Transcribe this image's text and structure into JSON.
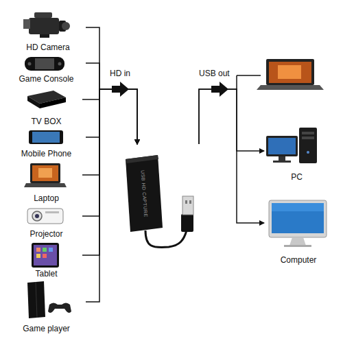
{
  "diagram": {
    "nodes": [
      {
        "text": [
          "HD Camera"
        ]
      },
      {
        "text": [
          "Game Console"
        ]
      },
      {
        "text": [
          "TV BOX"
        ]
      },
      {
        "text": [
          "Mobile Phone"
        ]
      },
      {
        "text": [
          "Laptop"
        ]
      },
      {
        "text": [
          "Projector"
        ]
      },
      {
        "text": [
          "Tablet"
        ]
      },
      {
        "text": [
          "Game player"
        ]
      },
      {
        "text": [
          "USB HD CAPTURE"
        ]
      },
      {
        "text": [
          "PC"
        ]
      },
      {
        "text": [
          "Computer"
        ]
      }
    ],
    "edges": [
      {
        "from": 0,
        "to": 8,
        "arrow": "to"
      },
      {
        "from": 1,
        "to": 8,
        "arrow": "to"
      },
      {
        "from": 2,
        "to": 8,
        "arrow": "to"
      },
      {
        "from": 3,
        "to": 8,
        "arrow": "to"
      },
      {
        "from": 4,
        "to": 8,
        "arrow": "to"
      },
      {
        "from": 5,
        "to": 8,
        "arrow": "to"
      },
      {
        "from": 6,
        "to": 8,
        "arrow": "to"
      },
      {
        "from": 7,
        "to": 8,
        "arrow": "to"
      },
      {
        "from": 8,
        "to": 9,
        "arrow": "to"
      },
      {
        "from": 8,
        "to": 10,
        "arrow": "to"
      }
    ],
    "labels": [
      "HD in",
      "USB out"
    ]
  }
}
